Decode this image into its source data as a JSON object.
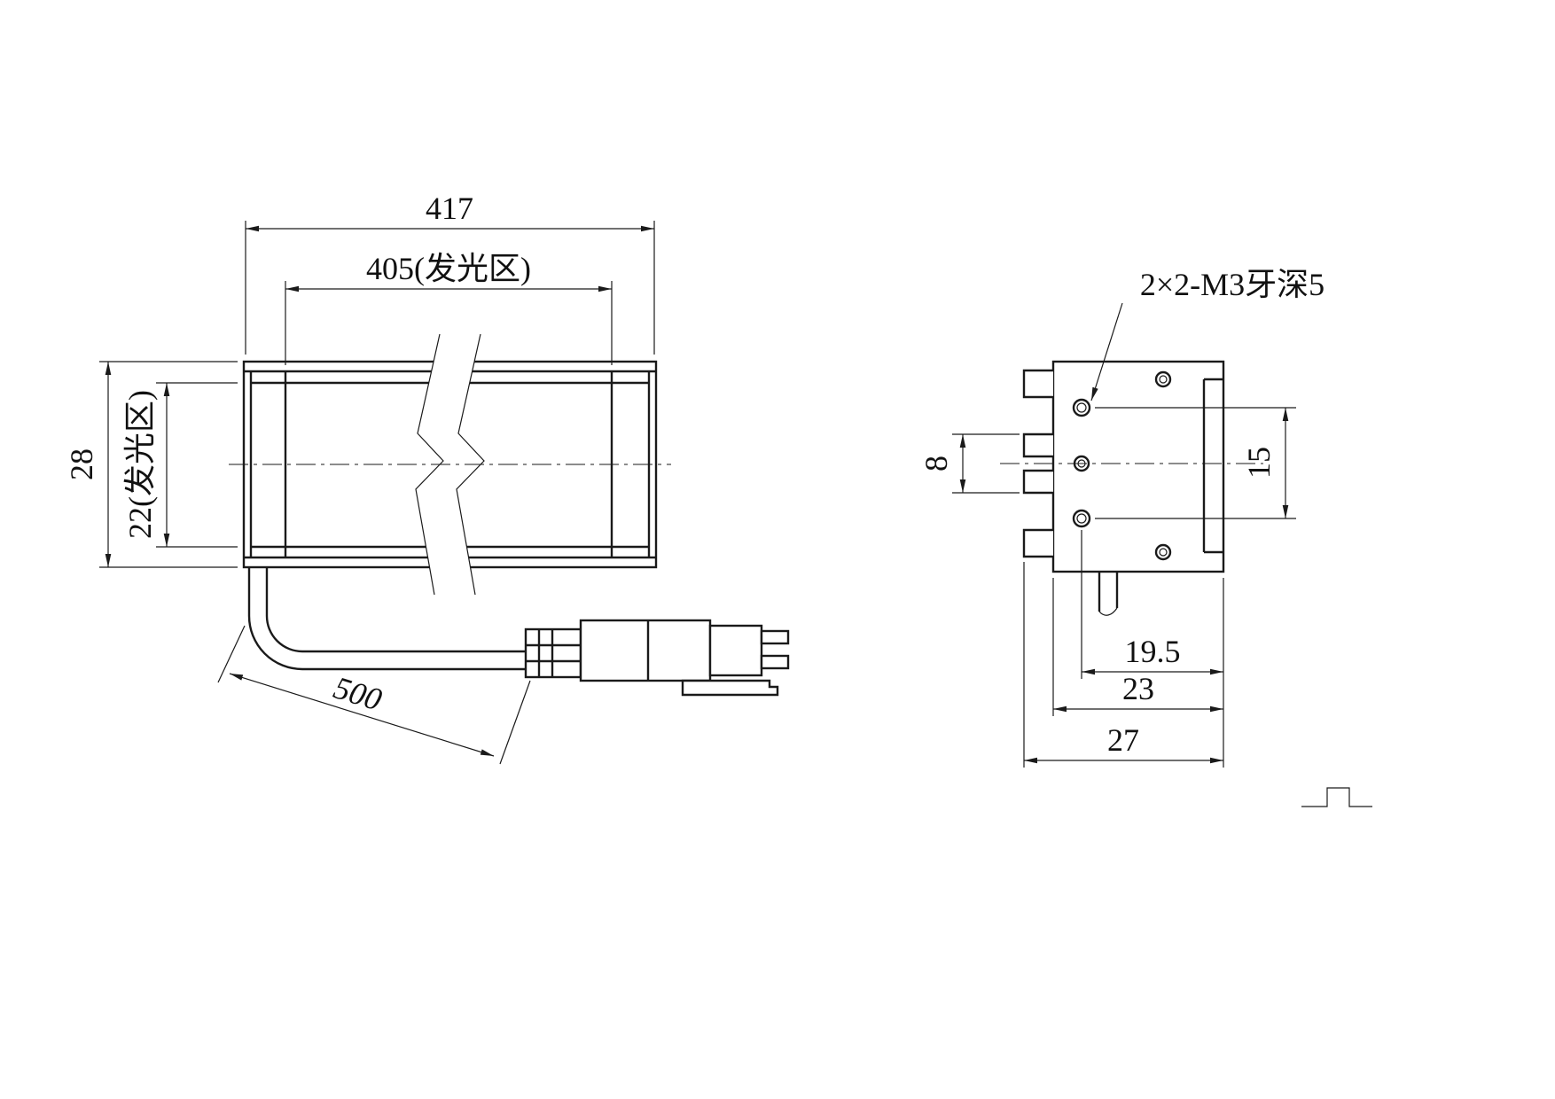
{
  "drawing": {
    "background": "#ffffff",
    "line_color": "#1a1a1a"
  },
  "front_view": {
    "dim_total_width": "417",
    "dim_emitting_width": "405(发光区)",
    "dim_total_height": "28",
    "dim_emitting_height": "22(发光区)",
    "dim_cable_length": "500"
  },
  "section_view": {
    "thread_note": "2×2-M3牙深5",
    "dim_slot_height": "8",
    "dim_hole_spacing": "15",
    "dim_hole_offset": "19.5",
    "dim_body_width": "23",
    "dim_overall_width": "27"
  }
}
